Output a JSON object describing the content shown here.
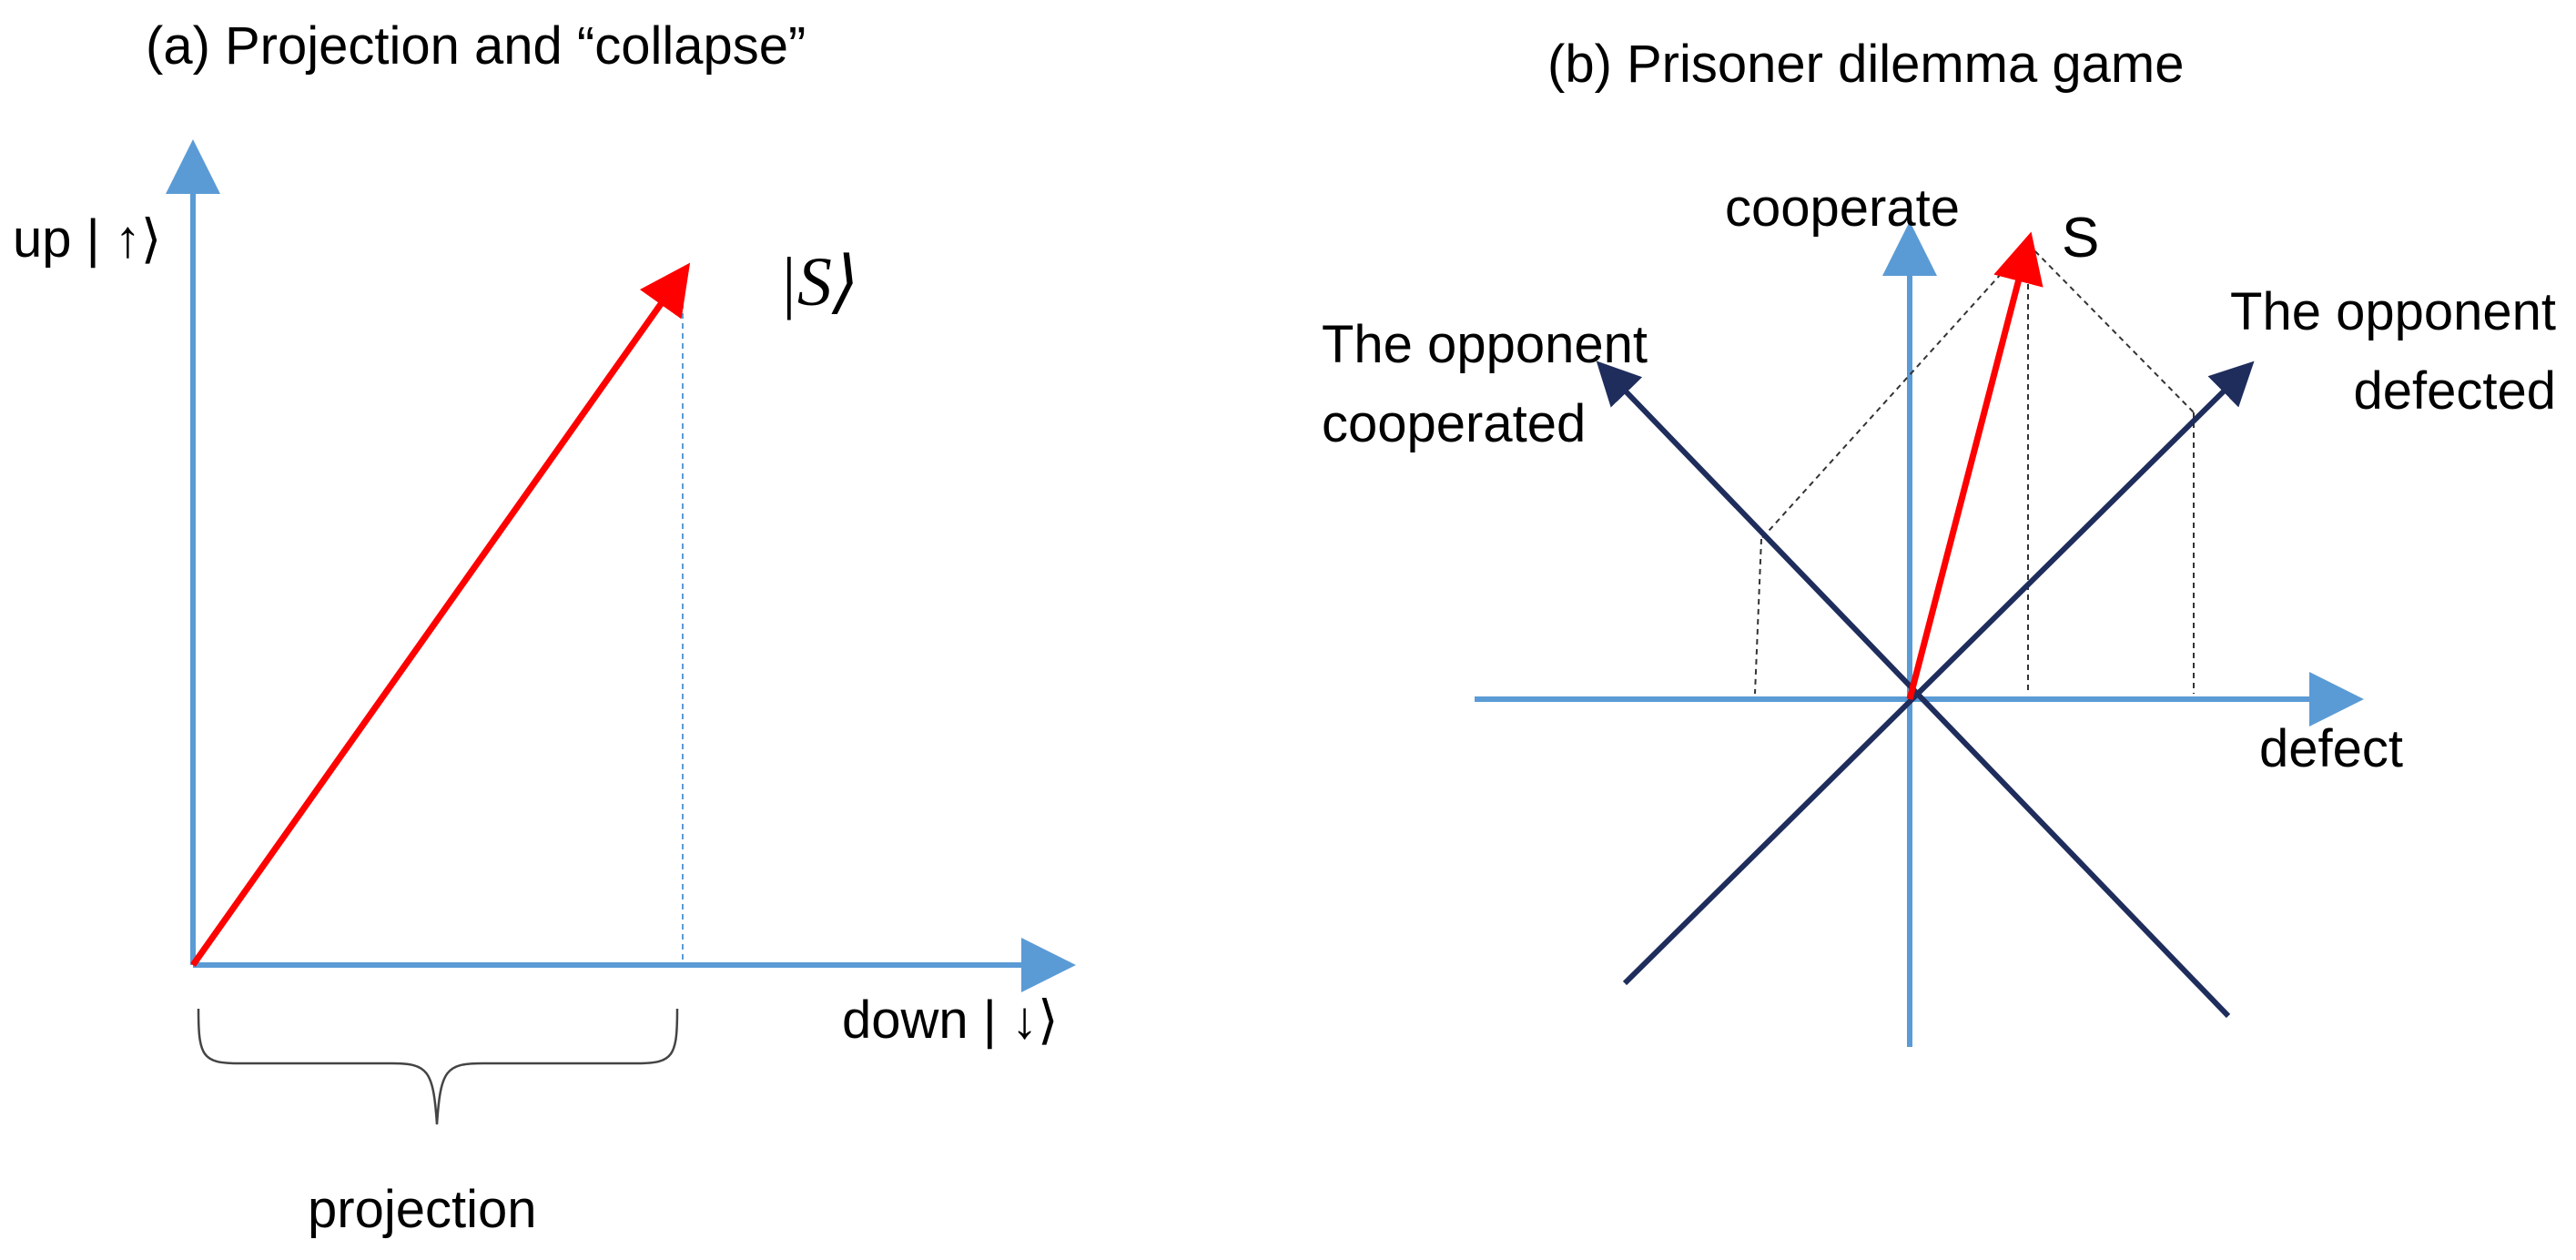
{
  "colors": {
    "axis": "#5b9bd5",
    "state_vector": "#ff0000",
    "basis_vector": "#1f2d5c",
    "guide_line": "#333333",
    "text": "#000000"
  },
  "panel_a": {
    "title": "(a) Projection and “collapse”",
    "y_axis_label": "up | ↑⟩",
    "x_axis_label": "down | ↓⟩",
    "vector_label": "|S⟩",
    "brace_label": "projection"
  },
  "panel_b": {
    "title": "(b) Prisoner dilemma game",
    "y_axis_label": "cooperate",
    "x_axis_label": "defect",
    "vector_label": "S",
    "left_basis_label_line1": "The opponent",
    "left_basis_label_line2": "cooperated",
    "right_basis_label_line1": "The opponent",
    "right_basis_label_line2": "defected"
  }
}
